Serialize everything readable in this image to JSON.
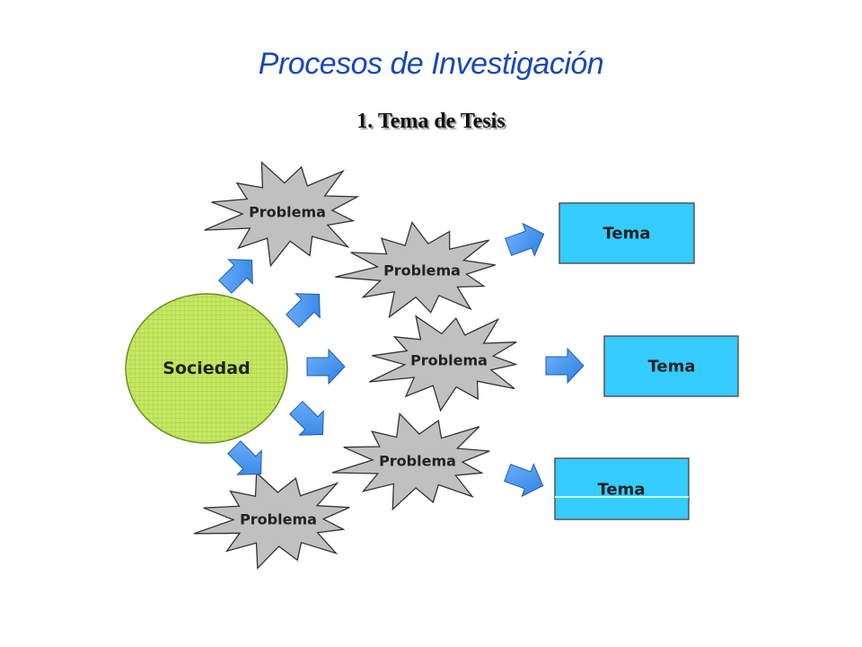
{
  "title": "Procesos de Investigación",
  "subtitle": "1. Tema de Tesis",
  "society": {
    "label": "Sociedad",
    "fill": "#c5e863",
    "grid": "#9cc43c"
  },
  "problem_label": "Problema",
  "problem_fill": "#c0c0c0",
  "topic_label": "Tema",
  "topic_fill": "#35ccff",
  "arrow_fill": "#3d8fe8"
}
